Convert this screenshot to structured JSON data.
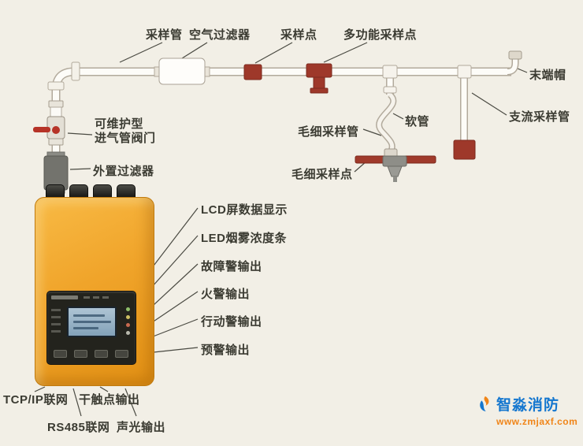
{
  "pipe_labels": {
    "sampling_pipe": "采样管",
    "air_filter": "空气过滤器",
    "sampling_point": "采样点",
    "multi_function_sampling_point": "多功能采样点",
    "end_cap": "末端帽",
    "branch_sampling_pipe": "支流采样管",
    "soft_tube": "软管",
    "capillary_sampling_pipe": "毛细采样管",
    "capillary_sampling_point": "毛细采样点",
    "maintainable_valve_line1": "可维护型",
    "maintainable_valve_line2": "进气管阀门",
    "external_filter": "外置过滤器"
  },
  "device_labels": {
    "lcd_display": "LCD屏数据显示",
    "led_bar": "LED烟雾浓度条",
    "fault_alarm_output": "故障警输出",
    "fire_alarm_output": "火警输出",
    "action_alarm_output": "行动警输出",
    "pre_alarm_output": "预警输出"
  },
  "bottom_labels": {
    "tcpip": "TCP/IP联网",
    "dry_contact": "干触点输出",
    "rs485": "RS485联网",
    "sound_light": "声光输出"
  },
  "watermark": {
    "brand": "智淼消防",
    "site": "www.zmjaxf.com"
  },
  "colors": {
    "background": "#f2efe6",
    "pipe_outline": "#b2aa9c",
    "accent_red": "#9e382a",
    "device_orange": "#f0a42a",
    "panel_dark": "#23231d",
    "brand_blue": "#1577cf",
    "brand_orange": "#f08519"
  }
}
